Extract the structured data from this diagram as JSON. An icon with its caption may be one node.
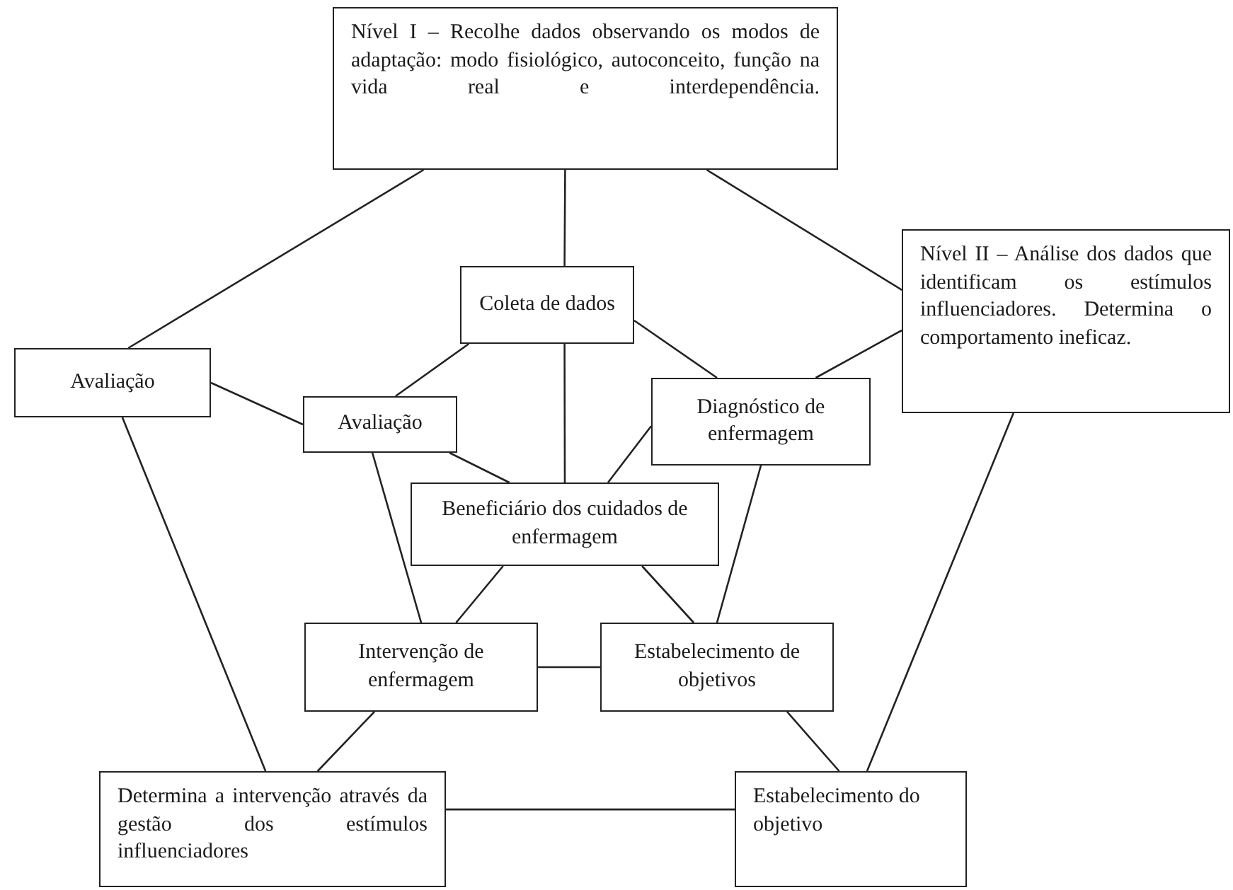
{
  "diagram": {
    "nodes": [
      {
        "text": [
          "Nível I – Recolhe dados observando os modos de adaptação: modo fisiológico, autoconceito, função na vida real e interdependência."
        ]
      },
      {
        "text": [
          "Coleta de dados"
        ]
      },
      {
        "text": [
          "Nível II – Análise dos dados que identificam os estímulos influenciadores. Determina o comportamento ineficaz."
        ]
      },
      {
        "text": [
          "Avaliação"
        ]
      },
      {
        "text": [
          "Avaliação"
        ]
      },
      {
        "text": [
          "Diagnóstico de enfermagem"
        ]
      },
      {
        "text": [
          "Beneficiário dos cuidados de enfermagem"
        ]
      },
      {
        "text": [
          "Intervenção de enfermagem"
        ]
      },
      {
        "text": [
          "Estabelecimento de objetivos"
        ]
      },
      {
        "text": [
          "Determina a intervenção através da gestão dos estímulos influenciadores"
        ]
      },
      {
        "text": [
          "Estabelecimento do objetivo"
        ]
      }
    ],
    "edges": [
      {
        "from": 0,
        "to": 3,
        "arrow": "none"
      },
      {
        "from": 0,
        "to": 1,
        "arrow": "none"
      },
      {
        "from": 0,
        "to": 2,
        "arrow": "none"
      },
      {
        "from": 1,
        "to": 4,
        "arrow": "none"
      },
      {
        "from": 1,
        "to": 5,
        "arrow": "none"
      },
      {
        "from": 1,
        "to": 6,
        "arrow": "none"
      },
      {
        "from": 3,
        "to": 4,
        "arrow": "none"
      },
      {
        "from": 3,
        "to": 9,
        "arrow": "none"
      },
      {
        "from": 2,
        "to": 5,
        "arrow": "none"
      },
      {
        "from": 2,
        "to": 10,
        "arrow": "none"
      },
      {
        "from": 4,
        "to": 6,
        "arrow": "none"
      },
      {
        "from": 4,
        "to": 7,
        "arrow": "none"
      },
      {
        "from": 5,
        "to": 6,
        "arrow": "none"
      },
      {
        "from": 5,
        "to": 8,
        "arrow": "none"
      },
      {
        "from": 6,
        "to": 7,
        "arrow": "none"
      },
      {
        "from": 6,
        "to": 8,
        "arrow": "none"
      },
      {
        "from": 7,
        "to": 8,
        "arrow": "none"
      },
      {
        "from": 7,
        "to": 9,
        "arrow": "none"
      },
      {
        "from": 8,
        "to": 10,
        "arrow": "none"
      },
      {
        "from": 9,
        "to": 10,
        "arrow": "none"
      }
    ]
  }
}
